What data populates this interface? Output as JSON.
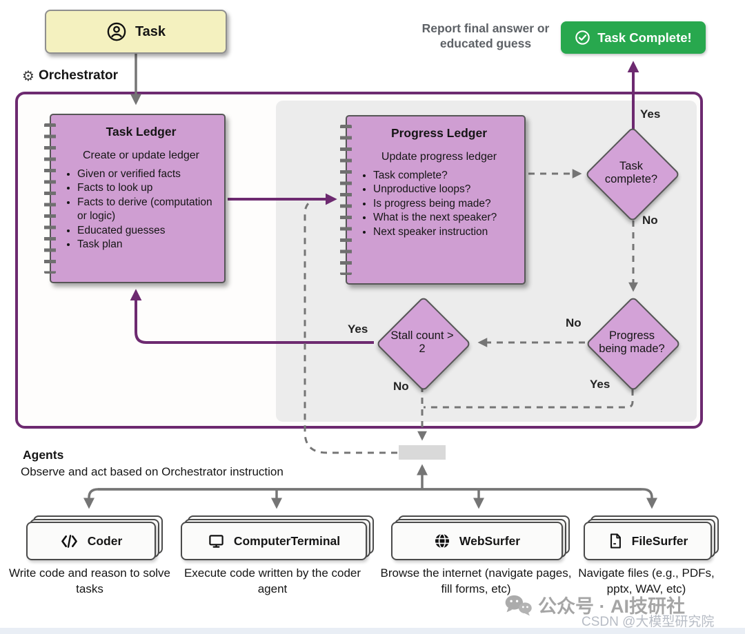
{
  "task_box": {
    "label": "Task"
  },
  "orchestrator_label": "Orchestrator",
  "report_text": "Report final answer or educated guess",
  "complete_button": {
    "label": "Task Complete!"
  },
  "task_ledger": {
    "title": "Task Ledger",
    "subtitle": "Create or update ledger",
    "bullets": [
      "Given or verified facts",
      "Facts to look up",
      "Facts to derive (computation or logic)",
      "Educated guesses",
      "Task plan"
    ]
  },
  "progress_ledger": {
    "title": "Progress Ledger",
    "subtitle": "Update progress ledger",
    "bullets": [
      "Task complete?",
      "Unproductive loops?",
      "Is progress being made?",
      "What is the next speaker?",
      "Next speaker instruction"
    ]
  },
  "decisions": {
    "task_complete": {
      "label": "Task complete?",
      "yes": "Yes",
      "no": "No"
    },
    "progress": {
      "label": "Progress being made?",
      "yes": "Yes",
      "no": "No"
    },
    "stall": {
      "label": "Stall count > 2",
      "yes": "Yes",
      "no": "No"
    }
  },
  "agents": {
    "title": "Agents",
    "subtitle": "Observe and act based on Orchestrator instruction",
    "items": [
      {
        "name": "Coder",
        "icon": "code-icon",
        "description": "Write code and reason to solve tasks"
      },
      {
        "name": "ComputerTerminal",
        "icon": "monitor-icon",
        "description": "Execute code written by the coder agent"
      },
      {
        "name": "WebSurfer",
        "icon": "globe-icon",
        "description": "Browse the internet (navigate pages, fill forms, etc)"
      },
      {
        "name": "FileSurfer",
        "icon": "file-icon",
        "description": "Navigate files (e.g., PDFs, pptx, WAV, etc)"
      }
    ]
  },
  "watermarks": {
    "wechat": "公众号 · AI技研社",
    "csdn": "CSDN @大模型研究院"
  },
  "colors": {
    "purple": "#6d2a70",
    "ledger_fill": "#cf9ed2",
    "diamond_fill": "#d3a2d7",
    "green": "#28a84e",
    "yellow": "#f4f1bf",
    "panel": "#ececec",
    "line_gray": "#757575"
  }
}
